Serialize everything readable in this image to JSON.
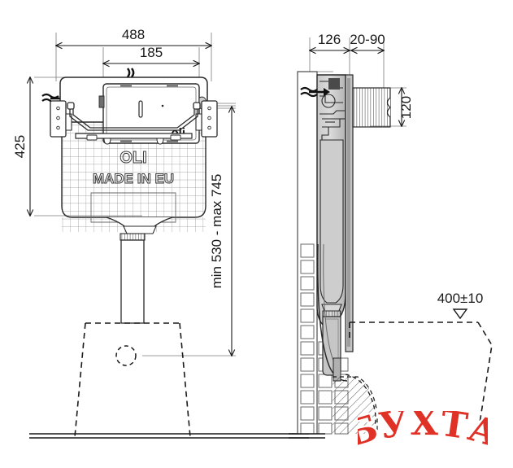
{
  "drawing": {
    "type": "technical-drawing",
    "subject": "OLI concealed cistern installation diagram",
    "views": [
      {
        "name": "front-view",
        "label": ""
      },
      {
        "name": "side-view",
        "label": ""
      }
    ],
    "dimensions": {
      "front_total_width": "488",
      "front_panel_width": "185",
      "front_height": "425",
      "install_height_range": "min 530 - max 745",
      "side_depth": "126",
      "side_adjust_range": "20-90",
      "side_outlet_height": "120",
      "floor_reference": "400±10"
    },
    "labels": {
      "brand": "OLI",
      "origin": "MADE IN EU",
      "plate_logo": "oli"
    },
    "icons": {
      "water_inlet": "water-inlet-arrow-icon",
      "flush_direction": "flush-direction-arrow-icon",
      "level_marker": "level-triangle-icon"
    }
  },
  "watermark": {
    "text": "БУХТА",
    "color": "#e03127",
    "outline": "#ffffff"
  },
  "colors": {
    "line": "#1a1a1a",
    "thin_line": "#555555",
    "grid": "#8d8d8d",
    "fill_light": "#d2d2d2",
    "fill_mid": "#b8b8b8",
    "fill_dark": "#8f8f8f",
    "accent_red": "#e03127"
  }
}
